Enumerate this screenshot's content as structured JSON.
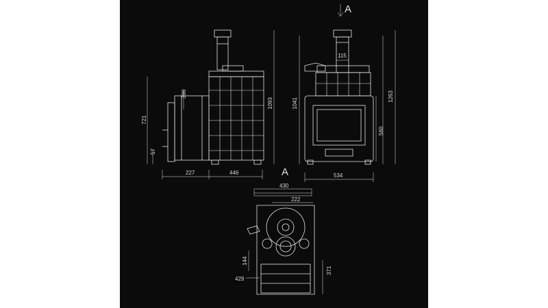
{
  "view_markers": {
    "top": "A",
    "bottom": "A"
  },
  "side_view": {
    "height_total": "1093",
    "height_mid": "721",
    "height_small": "396",
    "height_base": "57",
    "width_front": "227",
    "width_body": "446"
  },
  "front_view": {
    "height_total": "1041",
    "height_right": "1263",
    "height_door": "560",
    "width_chimney": "115",
    "width_base": "534"
  },
  "top_view": {
    "width_total": "430",
    "width_top": "222",
    "height_small": "144",
    "height_right": "371",
    "width_left": "429"
  },
  "colors": {
    "background": "#0b0b0b",
    "lines": "#e6e6e6",
    "page": "#ffffff"
  }
}
